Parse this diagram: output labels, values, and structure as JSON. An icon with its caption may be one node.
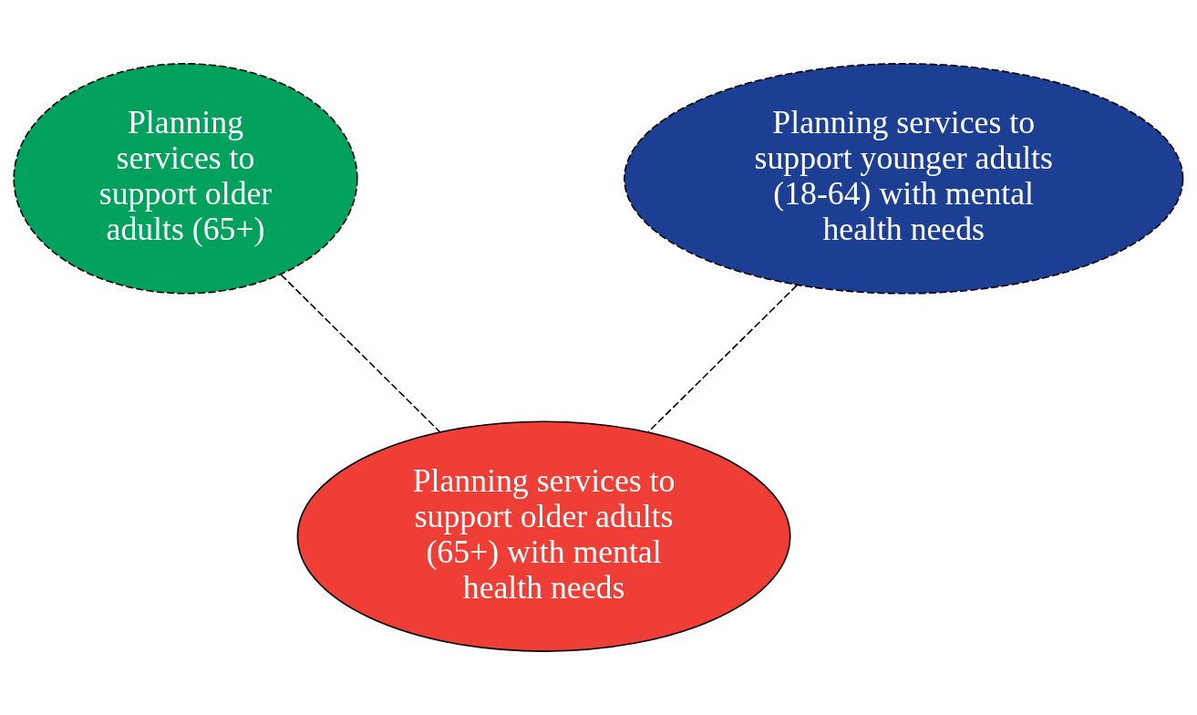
{
  "diagram": {
    "nodes": [
      {
        "text": [
          "Planning services to support older adults (65+)"
        ]
      },
      {
        "text": [
          "Planning services to support younger adults (18-64) with mental health needs"
        ]
      },
      {
        "text": [
          "Planning services to support older adults (65+) with mental health needs"
        ]
      }
    ],
    "edges": [
      {
        "from": 0,
        "to": 2,
        "arrow": "none",
        "style": "dashed"
      },
      {
        "from": 1,
        "to": 2,
        "arrow": "none",
        "style": "dashed"
      }
    ]
  }
}
